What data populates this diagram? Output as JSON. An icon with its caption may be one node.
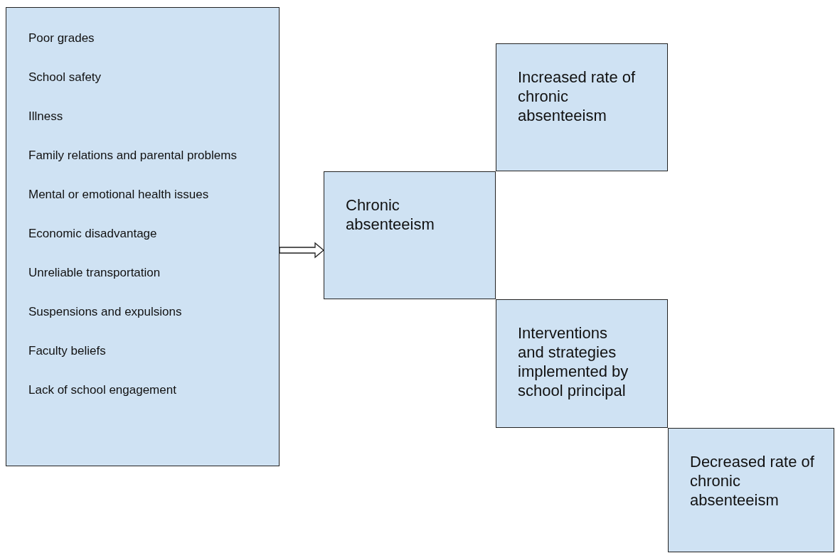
{
  "diagram": {
    "nodes": [
      {
        "text": [
          "Poor grades",
          "School safety",
          "Illness",
          "Family relations and parental problems",
          "Mental or emotional health issues",
          "Economic disadvantage",
          "Unreliable transportation",
          "Suspensions and expulsions",
          "Faculty beliefs",
          "Lack of school engagement"
        ]
      },
      {
        "text": [
          "Chronic absenteeism"
        ]
      },
      {
        "text": [
          "Increased rate of chronic absenteeism"
        ]
      },
      {
        "text": [
          "Interventions and strategies implemented by school principal"
        ]
      },
      {
        "text": [
          "Decreased rate of chronic absenteeism"
        ]
      }
    ],
    "edges": [
      {
        "from": 0,
        "to": 1,
        "arrow": "to"
      }
    ]
  }
}
